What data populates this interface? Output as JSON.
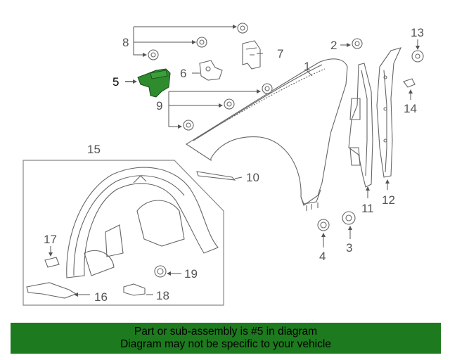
{
  "diagram": {
    "callouts": {
      "c1": "1",
      "c2": "2",
      "c3": "3",
      "c4": "4",
      "c5": "5",
      "c6": "6",
      "c7": "7",
      "c8": "8",
      "c9": "9",
      "c10": "10",
      "c11": "11",
      "c12": "12",
      "c13": "13",
      "c14": "14",
      "c15": "15",
      "c16": "16",
      "c17": "17",
      "c18": "18",
      "c19": "19"
    },
    "highlight_part": "5",
    "colors": {
      "line": "#555555",
      "highlight": "#2e8b2e",
      "banner": "#1e7a1e"
    }
  },
  "banner": {
    "line1": "Part or sub-assembly is #5 in diagram",
    "line2": "Diagram may not be specific to your vehicle"
  }
}
